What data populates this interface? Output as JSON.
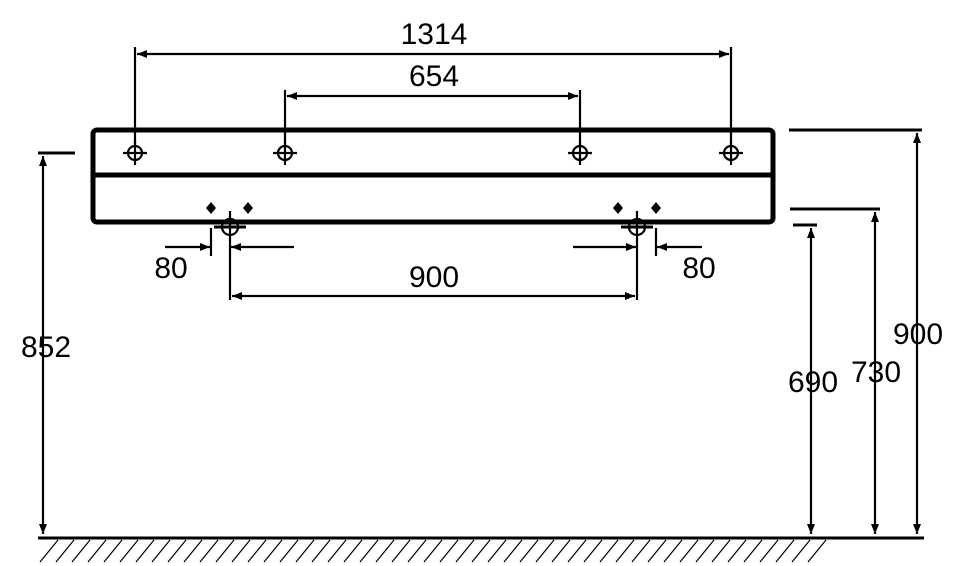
{
  "dimensions": {
    "overall_hole_span": "1314",
    "inner_hole_span": "654",
    "left_tap_offset": "80",
    "right_tap_offset": "80",
    "tap_spacing": "900",
    "height_top_left": "852",
    "height_bottom_edge": "690",
    "height_drain": "730",
    "height_top_right": "900"
  },
  "colors": {
    "ink": "#000000",
    "background": "#ffffff"
  },
  "icons": {
    "mounting_hole": "crosshair-circle-icon",
    "tap_hole": "tap-fitting-icon",
    "ground": "ground-hatch-icon"
  }
}
